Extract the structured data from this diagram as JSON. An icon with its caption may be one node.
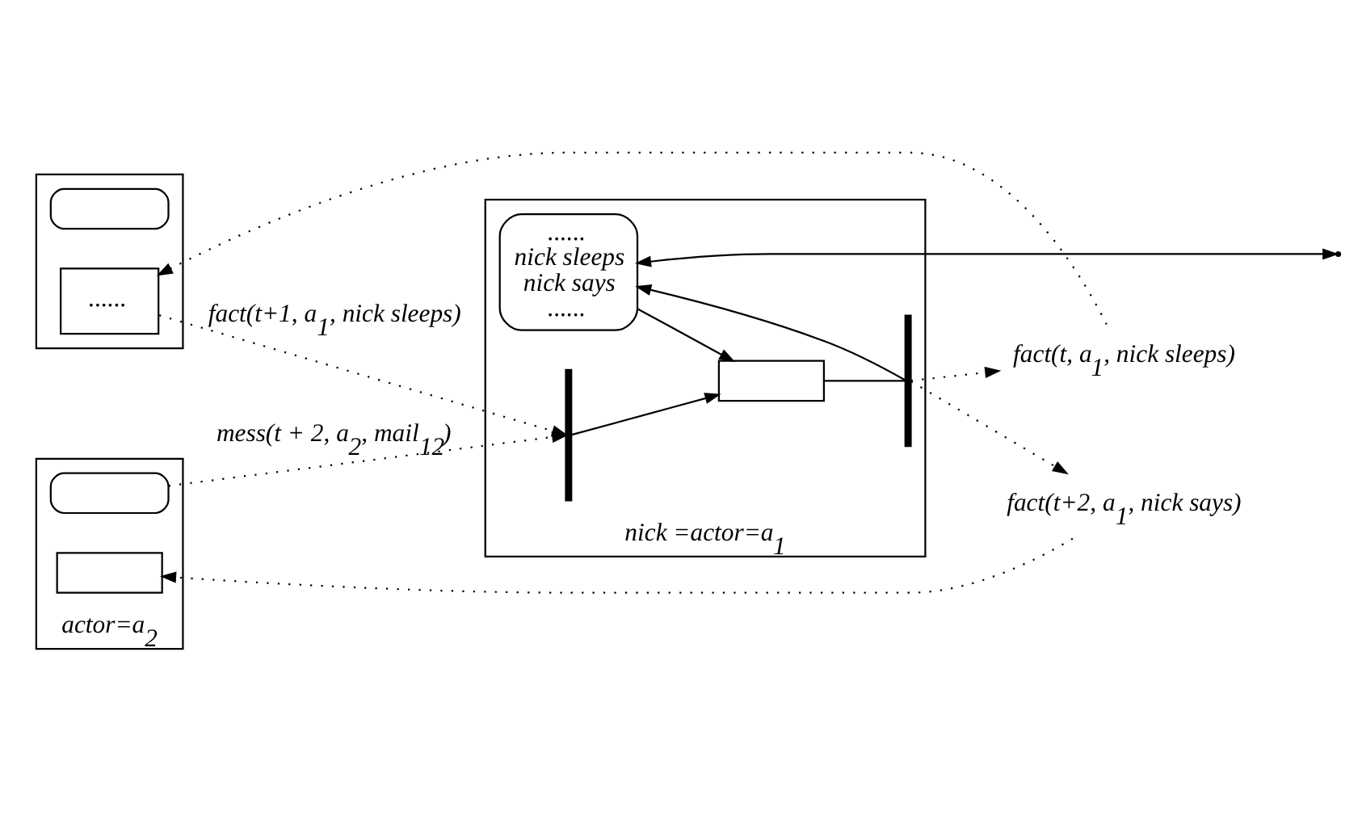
{
  "diagram": {
    "nodes": [
      {
        "text": [],
        "shape": "box"
      },
      {
        "text": [],
        "shape": "oval",
        "in": 0
      },
      {
        "text": [
          "......"
        ],
        "in": 0
      },
      {
        "text": [
          "actor=a$_{2}$"
        ]
      },
      {
        "text": [],
        "shape": "oval",
        "in": 3
      },
      {
        "text": [],
        "shape": "box",
        "in": 3
      },
      {
        "text": [
          "nick =actor=a$_{1}$"
        ]
      },
      {
        "text": [
          "......",
          "nick sleeps",
          "nick says",
          "......"
        ],
        "in": 6
      },
      {
        "text": [],
        "shape": "box",
        "in": 6
      },
      {
        "text": [],
        "shape": "bar",
        "in": 6
      },
      {
        "text": [],
        "shape": "bar",
        "in": 6
      },
      {
        "text": [
          "fact(t, a$_{1}$, nick sleeps)"
        ]
      },
      {
        "text": [
          "fact(t+2, a$_{1}$, nick says)"
        ]
      }
    ],
    "edges": [
      {
        "from": 2,
        "to": 9,
        "arrow": "to",
        "style": "dashed",
        "label": "fact(t+1, a$_{1}$, nick sleeps)"
      },
      {
        "from": 4,
        "to": 9,
        "arrow": "to",
        "style": "dashed",
        "label": "mess(t + 2, a$_{2}$, mail$_{12}$)"
      },
      {
        "from": 10,
        "to": 11,
        "arrow": "to",
        "style": "dashed"
      },
      {
        "from": 11,
        "to": 2,
        "arrow": "to",
        "style": "dashed"
      },
      {
        "from": 10,
        "to": 12,
        "arrow": "to",
        "style": "dashed"
      },
      {
        "from": 12,
        "to": 5,
        "arrow": "to",
        "style": "dashed"
      },
      {
        "from": 7,
        "to": 8,
        "arrow": "to"
      },
      {
        "from": 9,
        "to": 8,
        "arrow": "to"
      },
      {
        "from": 8,
        "to": 10,
        "arrow": "none"
      },
      {
        "from": 10,
        "to": 7,
        "arrow": "to"
      },
      {
        "from": 7,
        "to": null,
        "arrow": "both"
      }
    ]
  }
}
